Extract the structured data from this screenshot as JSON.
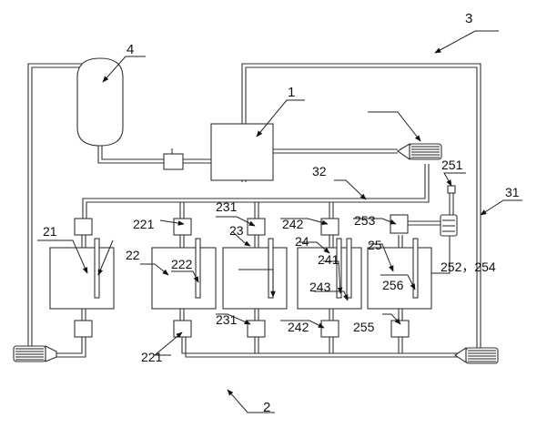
{
  "labels": {
    "l1": "1",
    "l2": "2",
    "l3": "3",
    "l4": "4",
    "l21": "21",
    "l22": "22",
    "l23": "23",
    "l24": "24",
    "l25": "25",
    "l31": "31",
    "l32": "32",
    "l221a": "221",
    "l221b": "221",
    "l222": "222",
    "l231a": "231",
    "l231b": "231",
    "l241": "241",
    "l242a": "242",
    "l242b": "242",
    "l243": "243",
    "l251": "251",
    "l252": "252，254",
    "l253": "253",
    "l255": "255",
    "l256": "256"
  }
}
